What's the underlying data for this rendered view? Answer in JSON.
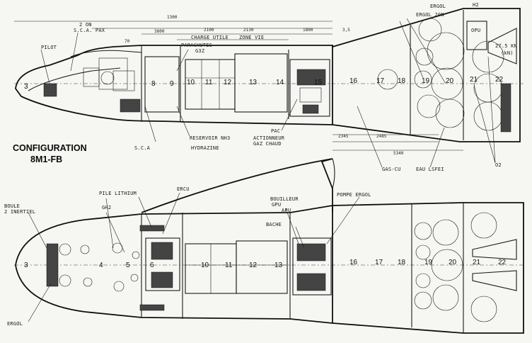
{
  "title": {
    "line1": "CONFIGURATION",
    "line2": "8M1-FB"
  },
  "top_view": {
    "labels": {
      "pilot": "PILOT",
      "pax": "S.C.A. PAX",
      "seats": "2 ON",
      "parachutes": "PARACHUTES",
      "g3z": "G3Z",
      "charge_utile": "CHARGE UTILE",
      "zone_vie": "ZONE VIE",
      "reservoir": "RESERVOIR NH3",
      "hydrazine": "HYDRAZINE",
      "sca": "S.C.A",
      "pac": "PAC",
      "actionneur": "ACTIONNEUR",
      "gaz_chaud": "GAZ CHAUD",
      "gas_cu": "GAS-CU",
      "eau_lsfei": "EAU LSFEI",
      "ergol": "ERGOL",
      "ergol_20n": "ERGOL 20N",
      "opu": "OPU",
      "h2": "H2",
      "o2": "O2",
      "engine": "27.5 KN",
      "engine_unit": "(kN)"
    },
    "dimensions": [
      "1300",
      "3800",
      "2100",
      "2130",
      "1800",
      "3,5",
      "2345",
      "2485",
      "5340",
      "70"
    ],
    "sections": [
      "3",
      "8",
      "9",
      "10",
      "11",
      "12",
      "13",
      "14",
      "15",
      "16",
      "17",
      "18",
      "19",
      "20",
      "21",
      "22"
    ]
  },
  "bottom_view": {
    "labels": {
      "boule": "BOULE",
      "boule2": "2 INERTIEL",
      "pile": "PILE LITHIUM",
      "ercu": "ERCU",
      "gh2": "GH2",
      "bouilleur": "BOUILLEUR",
      "gpu": "GPU",
      "apu": "APU",
      "bache": "BACHE",
      "pompe": "POMPE ERGOL",
      "ergol": "ERGOL"
    },
    "sections": [
      "3",
      "4",
      "5",
      "6",
      "10",
      "11",
      "12",
      "13",
      "16",
      "17",
      "18",
      "19",
      "20",
      "21",
      "22"
    ]
  }
}
